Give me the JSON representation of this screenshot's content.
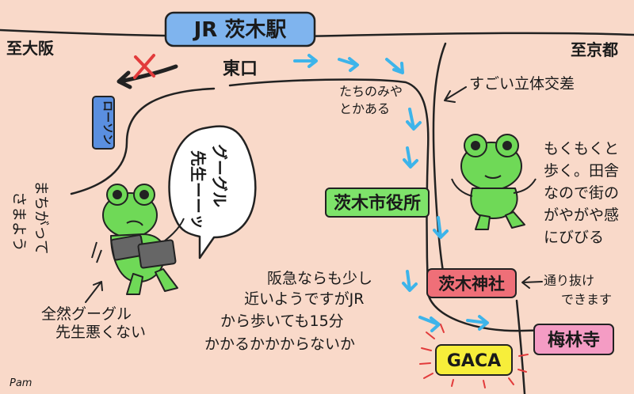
{
  "station": {
    "label": "JR 茨木駅",
    "color": "#7fb4ee"
  },
  "directions": {
    "osaka": "至大阪",
    "kyoto": "至京都"
  },
  "east_exit": "東口",
  "lawson": {
    "label": "ローソン",
    "color": "#5a8fe0"
  },
  "city_hall": {
    "label": "茨木市役所",
    "color": "#7ee36a"
  },
  "shrine": {
    "label": "茨木神社",
    "color": "#ef6f78"
  },
  "baikouji": {
    "label": "梅林寺",
    "color": "#f49cc4"
  },
  "gaca": {
    "label": "GACA",
    "color": "#f7ee3a"
  },
  "notes": {
    "overpass": "すごい立体交差",
    "tachinomi": [
      "たちのみや",
      "とかある"
    ],
    "wrong_way": [
      "まちがって",
      "さまよう"
    ],
    "google_bubble": [
      "グーグル",
      "先生ーーッ"
    ],
    "google_ok": [
      "全然グーグル",
      "先生悪くない"
    ],
    "hankyu": [
      "阪急ならも少し",
      "近いようですがJR",
      "から歩いても15分",
      "かかるかかからないか"
    ],
    "shortcut": [
      "通り抜け",
      "できます"
    ],
    "street": [
      "もくもくと",
      "歩く。田舎",
      "なので街の",
      "がやがや感",
      "にびびる"
    ]
  },
  "signature": "Pam",
  "colors": {
    "background": "#f9d9c9",
    "arrow": "#3db4ea",
    "frog": "#6fd957",
    "wrong_cross": "#e23b3b"
  }
}
